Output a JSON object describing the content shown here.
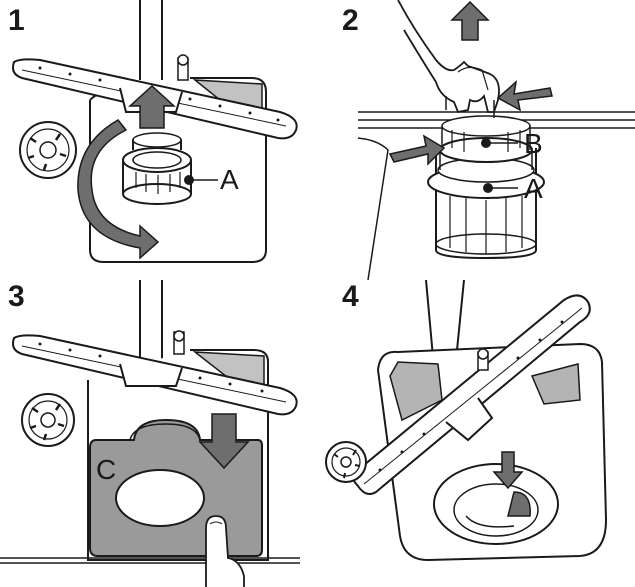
{
  "steps": [
    {
      "number": "1",
      "callouts": {
        "a": "A"
      }
    },
    {
      "number": "2",
      "callouts": {
        "b": "B",
        "a": "A"
      }
    },
    {
      "number": "3",
      "callouts": {
        "c": "C"
      }
    },
    {
      "number": "4",
      "callouts": {}
    }
  ],
  "colors": {
    "line": "#1a1a1a",
    "arrow_fill": "#6e6e6e",
    "sump_gray": "#b4b4b4",
    "cover_gray": "#9a9a9a",
    "paper": "#ffffff"
  },
  "icons": {
    "up_arrow": "arrow-up-icon",
    "down_arrow": "arrow-down-icon",
    "side_arrow": "arrow-left-icon",
    "rotate_arrow": "rotate-arrow-icon",
    "seal": "filter-seal-icon"
  }
}
